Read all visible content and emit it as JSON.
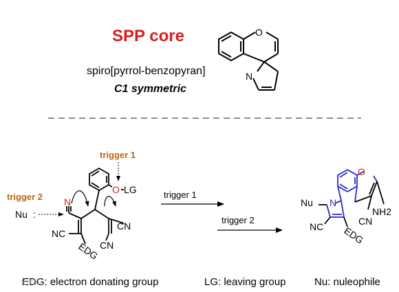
{
  "header": {
    "title": "SPP core",
    "name": "spiro[pyrrol-benzopyran]",
    "symmetry": "C1 symmetric"
  },
  "core_atoms": {
    "oxygen": "O",
    "nitrogen": "N"
  },
  "reactant": {
    "trigger1": "trigger 1",
    "trigger2": "trigger 2",
    "nu": "Nu",
    "nitrile_n": "N",
    "oxygen": "O",
    "lg": "LG",
    "cn_left": "NC",
    "cn_right": "CN",
    "cn_bottom": "CN",
    "edg": "EDG",
    "colon": ":"
  },
  "arrows": {
    "step1": "trigger 1",
    "step2": "trigger 2"
  },
  "product": {
    "nu": "Nu",
    "nitrogen": "N",
    "oxygen": "O",
    "nh2": "NH2",
    "nc": "NC",
    "cn": "CN",
    "edg": "EDG"
  },
  "legend": {
    "edg": "EDG: electron donating group",
    "lg": "LG: leaving group",
    "nu": "Nu: nuleophile"
  },
  "watermark": "化学加",
  "colors": {
    "title": "#d62020",
    "trigger": "#c06414",
    "nitrile_n": "#d62020",
    "oxygen": "#d62020",
    "product_benzo": "#2a2ac8",
    "product_pyrrole": "#2a2ac8",
    "ink": "#000000"
  }
}
